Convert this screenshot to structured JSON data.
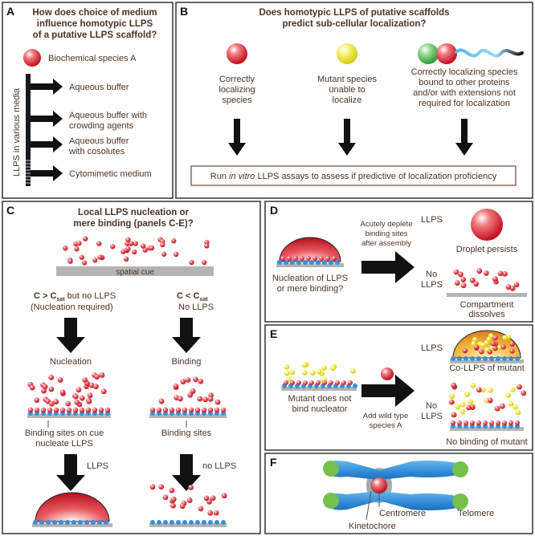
{
  "colors": {
    "text": "#4a3426",
    "panel_border": "#333333",
    "red_species": "#cc1f2e",
    "yellow_species": "#e8e020",
    "green_species": "#3fa84a",
    "blue_binding_site": "#3a8fd9",
    "gray_cue": "#b4b4b4",
    "chromosome": "#3b97dc",
    "telomere": "#74c24a",
    "coacervate_orange": "#e89a2a"
  },
  "panel_a": {
    "label": "A",
    "title_1": "How does choice of medium",
    "title_2": "influence homotypic LLPS",
    "title_3": "of a putative LLPS scaffold?",
    "species_label": "Biochemical species A",
    "axis_label": "LLPS in various media",
    "media": [
      {
        "l1": "Aqueous buffer",
        "l2": ""
      },
      {
        "l1": "Aqueous buffer with",
        "l2": "crowding agents"
      },
      {
        "l1": "Aqueous buffer",
        "l2": "with cosolutes"
      },
      {
        "l1": "Cytomimetic medium",
        "l2": ""
      }
    ]
  },
  "panel_b": {
    "label": "B",
    "title_1": "Does homotypic LLPS of putative scaffolds",
    "title_2": "predict sub-cellular localization?",
    "col1": [
      "Correctly",
      "localizing",
      "species"
    ],
    "col2": [
      "Mutant species",
      "unable to",
      "localize"
    ],
    "col3": [
      "Correctly localizing species",
      "bound to other proteins",
      "and/or with extensions not",
      "required for localization"
    ],
    "assay_pre": "Run ",
    "assay_em": "in vitro",
    "assay_post": " LLPS assays to assess if predictive of localization proficiency"
  },
  "panel_c": {
    "label": "C",
    "title_1": "Local LLPS nucleation or",
    "title_2": "mere binding (panels C-E)?",
    "cue_label": "spatial cue",
    "left_cond": {
      "c": "C > C",
      "sub": "sat",
      "rest": " but no LLPS",
      "line2": "(Nucleation required)"
    },
    "right_cond": {
      "c": "C < C",
      "sub": "sat",
      "line2": "No LLPS"
    },
    "left_step": "Nucleation",
    "right_step": "Binding",
    "left_caption_1": "Binding sites on cue",
    "left_caption_2": "nucleate LLPS",
    "right_caption": "Binding sites",
    "left_result": "LLPS",
    "right_result": "no LLPS"
  },
  "panel_d": {
    "label": "D",
    "llps": "LLPS",
    "arrow_text": [
      "Acutely deplete",
      "binding sites",
      "after assembly"
    ],
    "droplet_label": "Droplet persists",
    "question_1": "Nucleation of LLPS",
    "question_2": "or mere binding?",
    "no": "No",
    "llps2": "LLPS",
    "dissolve_1": "Compartment",
    "dissolve_2": "dissolves"
  },
  "panel_e": {
    "label": "E",
    "llps": "LLPS",
    "colipps": "Co-LLPS of mutant",
    "mutant_1": "Mutant does not",
    "mutant_2": "bind nucleator",
    "add_1": "Add wild type",
    "add_2": "species A",
    "no": "No",
    "llps2": "LLPS",
    "no_binding": "No binding of mutant"
  },
  "panel_f": {
    "label": "F",
    "centromere": "Centromere",
    "telomere": "Telomere",
    "kinetochore": "Kinetochore"
  }
}
